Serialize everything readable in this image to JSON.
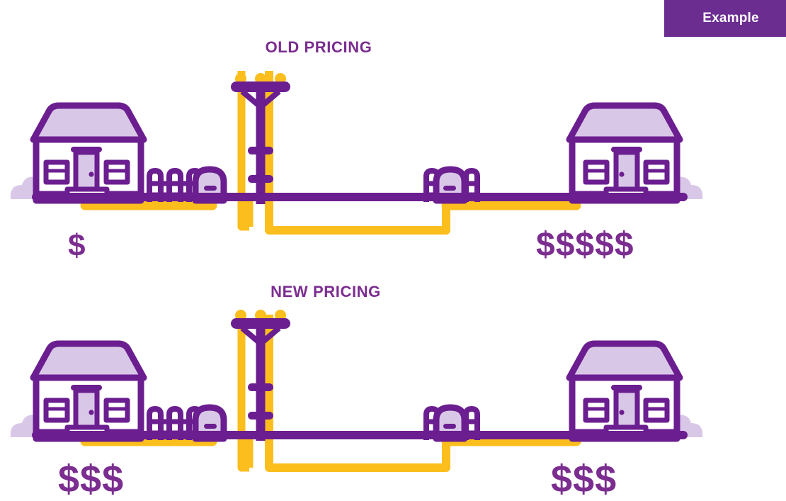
{
  "badge": {
    "label": "Example",
    "bg_color": "#6B2D90",
    "text_color": "#FFFFFF"
  },
  "palette": {
    "purple": "#6B1E8F",
    "purple_text": "#7B2D90",
    "light_purple": "#D9C7E8",
    "yellow": "#FBBE1D",
    "white": "#FFFFFF",
    "background": "#FFFFFF"
  },
  "diagrams": [
    {
      "id": "old-pricing",
      "title": "OLD PRICING",
      "left_cost": "$",
      "right_cost": "$$$$$",
      "left_house": {
        "name": "house-left",
        "has_fence": true,
        "has_mailbox": true,
        "has_bush": true
      },
      "right_house": {
        "name": "house-right",
        "has_fence": true,
        "has_mailbox": true,
        "has_bush": true
      },
      "pole": {
        "name": "utility-pole",
        "insulators": 3,
        "crossarms": 1
      },
      "service_lines": {
        "left_run_label": "short",
        "right_run_label": "long"
      }
    },
    {
      "id": "new-pricing",
      "title": "NEW PRICING",
      "left_cost": "$$$",
      "right_cost": "$$$",
      "left_house": {
        "name": "house-left",
        "has_fence": true,
        "has_mailbox": true,
        "has_bush": true
      },
      "right_house": {
        "name": "house-right",
        "has_fence": true,
        "has_mailbox": true,
        "has_bush": true
      },
      "pole": {
        "name": "utility-pole",
        "insulators": 3,
        "crossarms": 1
      },
      "service_lines": {
        "left_run_label": "short",
        "right_run_label": "long"
      }
    }
  ]
}
